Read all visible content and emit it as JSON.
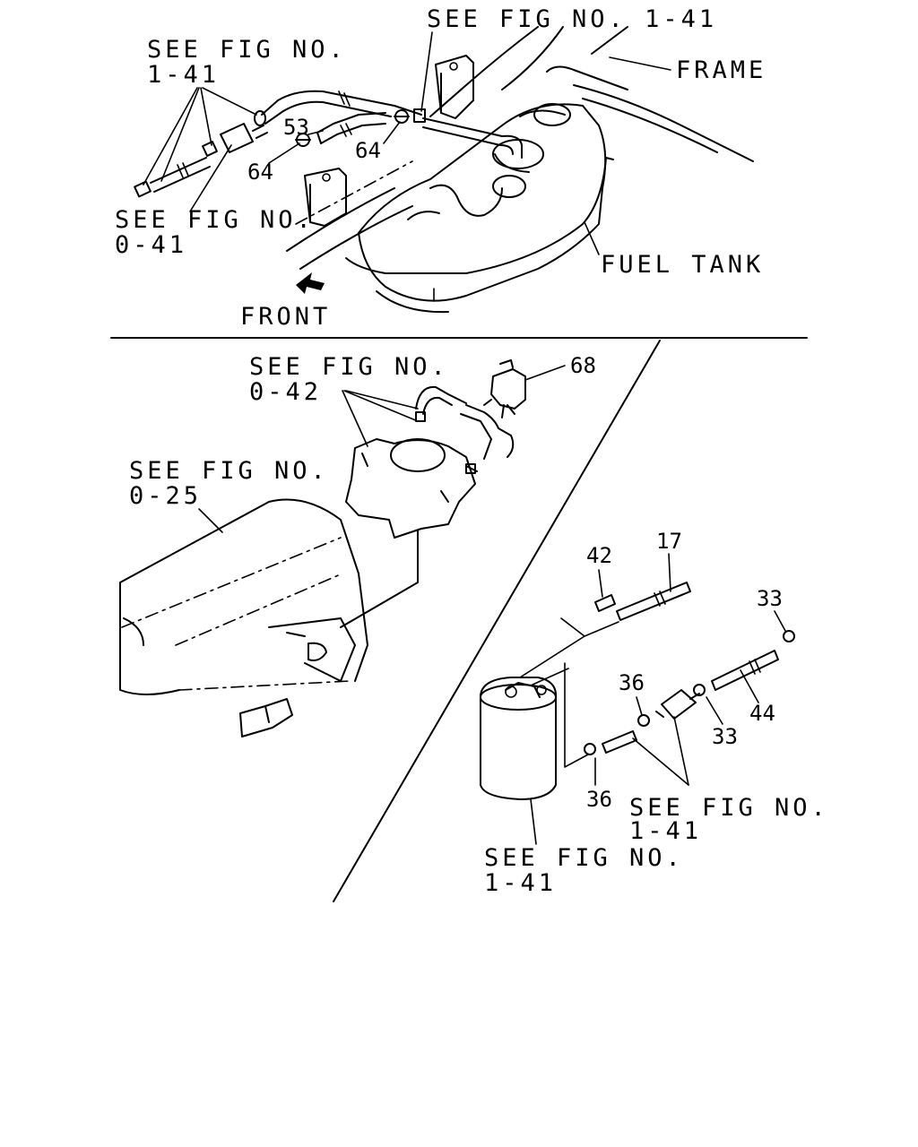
{
  "labels": {
    "see_fig_1_41_top": "SEE FIG NO. 1-41",
    "frame": "FRAME",
    "see_fig_1_41_left_line1": "SEE FIG NO.",
    "see_fig_1_41_left_line2": "1-41",
    "see_fig_0_41_line1": "SEE FIG NO.",
    "see_fig_0_41_line2": "0-41",
    "fuel_tank": "FUEL TANK",
    "front": "FRONT",
    "see_fig_0_42_line1": "SEE FIG NO.",
    "see_fig_0_42_line2": "0-42",
    "see_fig_0_25_line1": "SEE FIG NO.",
    "see_fig_0_25_line2": "0-25",
    "see_fig_1_41_right_line1": "SEE FIG NO.",
    "see_fig_1_41_right_line2": "1-41",
    "see_fig_1_41_bottom_line1": "SEE FIG NO.",
    "see_fig_1_41_bottom_line2": "1-41"
  },
  "callouts": {
    "n53": "53",
    "n64a": "64",
    "n64b": "64",
    "n68": "68",
    "n42": "42",
    "n17": "17",
    "n33a": "33",
    "n33b": "33",
    "n36a": "36",
    "n36b": "36",
    "n44": "44"
  }
}
